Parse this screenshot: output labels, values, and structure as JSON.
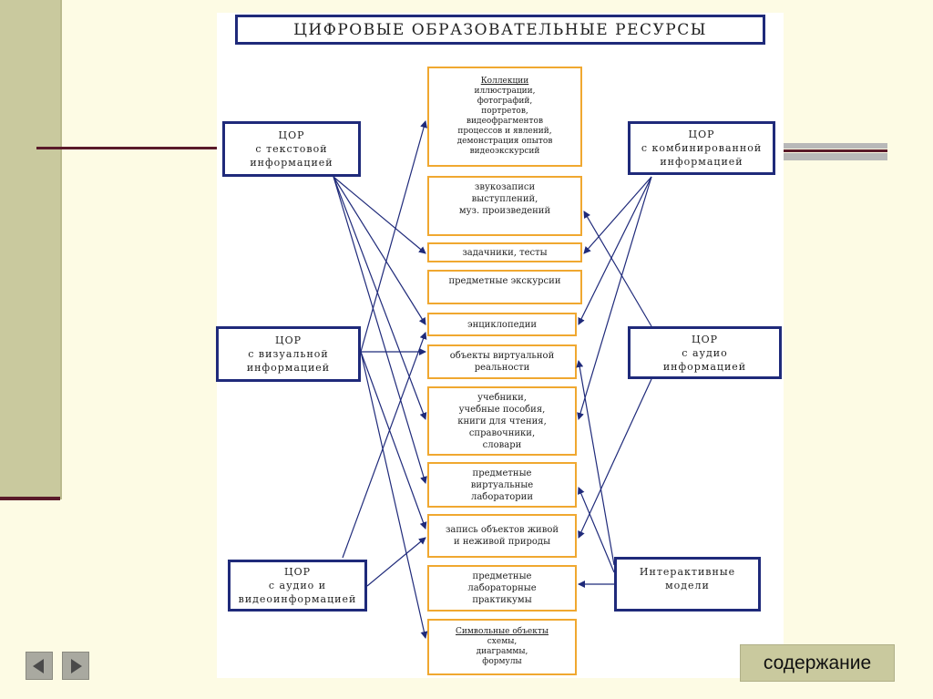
{
  "title": "ЦИФРОВЫЕ ОБРАЗОВАТЕЛЬНЫЕ РЕСУРСЫ",
  "sources": {
    "text": "ЦОР\nс текстовой\nинформацией",
    "combined": "ЦОР\nс комбинированной\nинформацией",
    "visual": "ЦОР\nс визуальной\nинформацией",
    "audio": "ЦОР\nс аудио\nинформацией",
    "audio_video": "ЦОР\nс аудио и\nвидеоинформацией",
    "interactive": "Интерактивные\nмодели"
  },
  "resources": {
    "collections_title": "Коллекции",
    "collections_body": "иллюстрации,\nфотографий,\nпортретов,\nвидеофрагментов\nпроцессов и явлений,\nдемонстрация опытов\nвидеоэкскурсий",
    "audio_records": "звукозаписи\nвыступлений,\nмуз. произведений",
    "tasks": "задачники, тесты",
    "excursions": "предметные экскурсии",
    "encyclopedias": "энциклопедии",
    "virtual_reality": "объекты виртуальной\nреальности",
    "textbooks": "учебники,\nучебные пособия,\nкниги для чтения,\nсправочники,\nсловари",
    "virtual_labs": "предметные\nвиртуальные\nлаборатории",
    "nature_records": "запись объектов живой\nи неживой природы",
    "lab_practicums": "предметные\nлабораторные\nпрактикумы",
    "symbolic_title": "Символьные объекты",
    "symbolic_body": "схемы,\nдиаграммы,\nформулы"
  },
  "navigation": {
    "contents_label": "содержание",
    "prev_icon": "triangle-left-icon",
    "next_icon": "triangle-right-icon"
  },
  "colors": {
    "source_border": "#1f2a7a",
    "resource_border": "#f0a830",
    "arrow": "#1f2a7a",
    "panel": "#c9c99e",
    "background": "#fdfbe4"
  }
}
